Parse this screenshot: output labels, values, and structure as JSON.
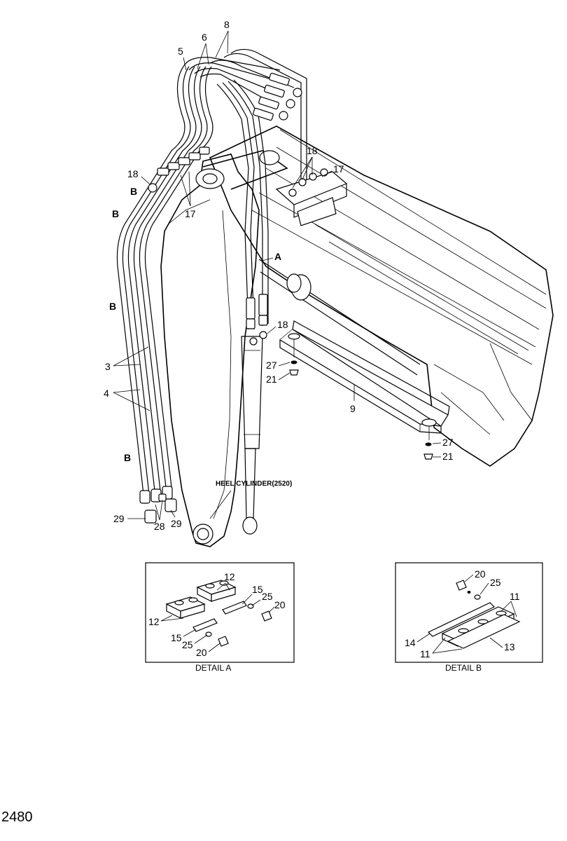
{
  "parts": {
    "p3": "3",
    "p4": "4",
    "p5": "5",
    "p6": "6",
    "p8": "8",
    "p9": "9",
    "p11": "11",
    "p12": "12",
    "p13": "13",
    "p14": "14",
    "p15": "15",
    "p17": "17",
    "p18": "18",
    "p20": "20",
    "p21": "21",
    "p25": "25",
    "p27": "27",
    "p28": "28",
    "p29": "29"
  },
  "markers": {
    "a": "A",
    "b": "B"
  },
  "cylinder_label": "HEEL CYLINDER(2520)",
  "detail_a": {
    "caption": "DETAIL A"
  },
  "detail_b": {
    "caption": "DETAIL B"
  },
  "page_number": "2480"
}
